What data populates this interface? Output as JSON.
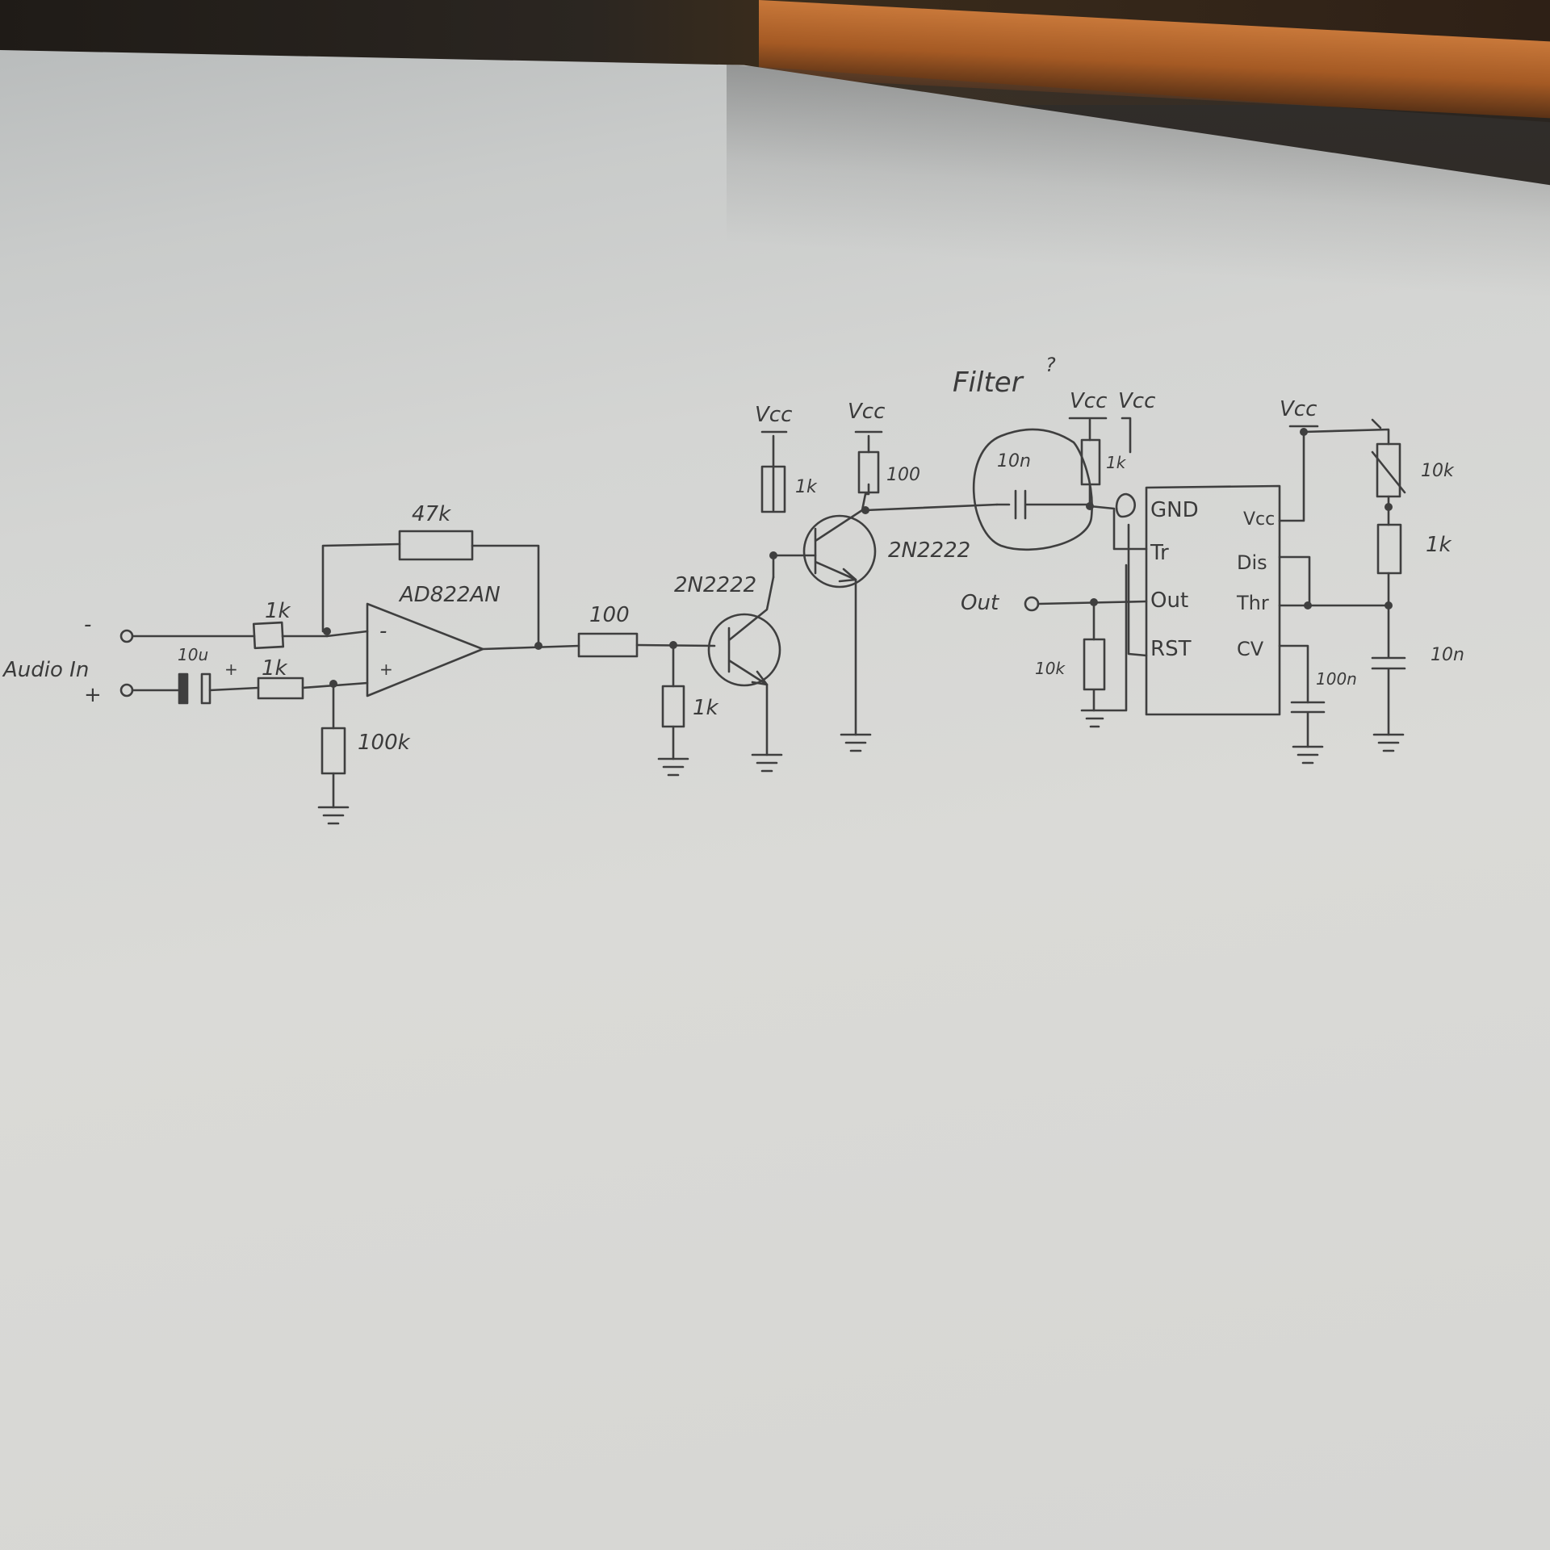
{
  "labels": {
    "audio_in": "Audio In",
    "minus": "-",
    "plus": "+",
    "cap_in": "10u",
    "cap_plus": "+",
    "r_in_minus": "1k",
    "r_in_plus": "1k",
    "r_bias": "100k",
    "r_feedback": "47k",
    "opamp": "AD822AN",
    "opamp_minus": "-",
    "opamp_plus": "+",
    "r_base": "100",
    "r_base_pulldown": "1k",
    "q1": "2N2222",
    "r_q1_collector": "1k",
    "r_q2_collector": "100",
    "q2": "2N2222",
    "vcc_q1": "Vcc",
    "vcc_q2": "Vcc",
    "filter": "Filter",
    "filter_q": "?",
    "vcc_filter_1": "Vcc",
    "vcc_filter_2": "Vcc",
    "cap_coupling": "10n",
    "r_trigger_pullup": "1k",
    "out": "Out",
    "r_out": "10k",
    "ic_gnd": "GND",
    "ic_tr": "Tr",
    "ic_out": "Out",
    "ic_rst": "RST",
    "ic_vcc": "Vcc",
    "ic_dis": "Dis",
    "ic_thr": "Thr",
    "ic_cv": "CV",
    "cap_cv": "100n",
    "vcc_timer": "Vcc",
    "pot_timer": "10k",
    "r_timer": "1k",
    "cap_timer": "10n"
  }
}
